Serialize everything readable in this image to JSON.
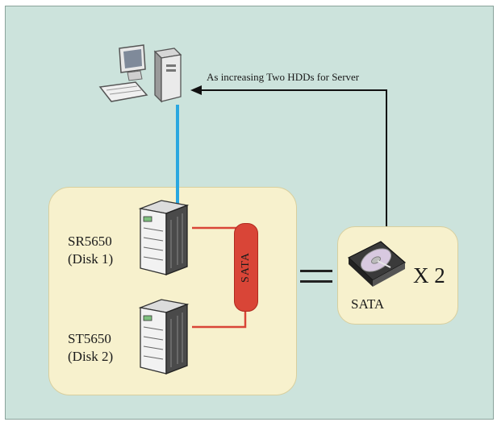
{
  "diagram": {
    "caption": "As increasing Two HDDs for Server",
    "servers": [
      {
        "name": "SR5650",
        "disk": "(Disk 1)"
      },
      {
        "name": "ST5650",
        "disk": "(Disk 2)"
      }
    ],
    "link_label": "SATA",
    "equals_symbol": "=",
    "hdd": {
      "multiplier": "X 2",
      "label": "SATA"
    },
    "colors": {
      "background": "#cce3dc",
      "panel": "#f7f1cd",
      "sata_link": "#d94537",
      "network_link": "#2aa7e0",
      "arrow": "#111111"
    },
    "icons": [
      "desktop-computer-icon",
      "tower-server-icon",
      "hard-disk-icon"
    ]
  }
}
